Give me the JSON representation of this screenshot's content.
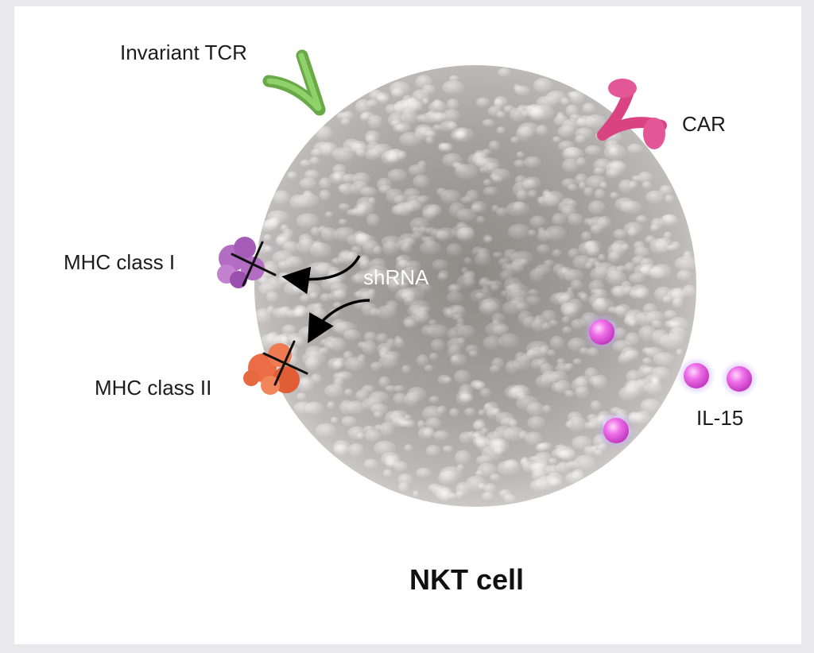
{
  "labels": {
    "invariant_tcr": "Invariant TCR",
    "car": "CAR",
    "mhc_class_1": "MHC class I",
    "mhc_class_2": "MHC class II",
    "shrna": "shRNA",
    "il15": "IL-15",
    "cell": "NKT cell"
  },
  "colors": {
    "background": "#e9e9ec",
    "panel": "#ffffff",
    "cell": "#b4b0ae",
    "tcr": "#7fbf5a",
    "car": "#e0508c",
    "mhc_class_1": "#b36ec4",
    "mhc_class_2": "#ec6d45",
    "il15": "#e870e6"
  },
  "icons": [
    "x-mark-icon",
    "curved-arrow-icon",
    "cytokine-sphere-icon",
    "receptor-icon"
  ]
}
